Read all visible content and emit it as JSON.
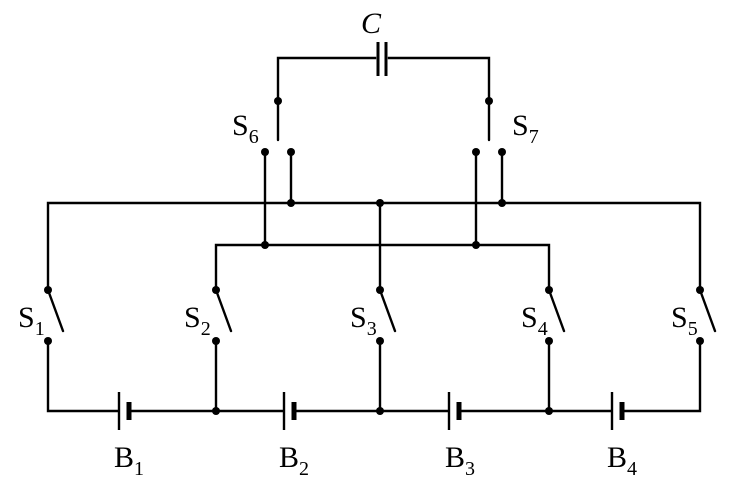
{
  "capacitor": {
    "label": "C"
  },
  "switches": [
    {
      "letter": "S",
      "sub": "1"
    },
    {
      "letter": "S",
      "sub": "2"
    },
    {
      "letter": "S",
      "sub": "3"
    },
    {
      "letter": "S",
      "sub": "4"
    },
    {
      "letter": "S",
      "sub": "5"
    },
    {
      "letter": "S",
      "sub": "6"
    },
    {
      "letter": "S",
      "sub": "7"
    }
  ],
  "batteries": [
    {
      "letter": "B",
      "sub": "1"
    },
    {
      "letter": "B",
      "sub": "2"
    },
    {
      "letter": "B",
      "sub": "3"
    },
    {
      "letter": "B",
      "sub": "4"
    }
  ]
}
